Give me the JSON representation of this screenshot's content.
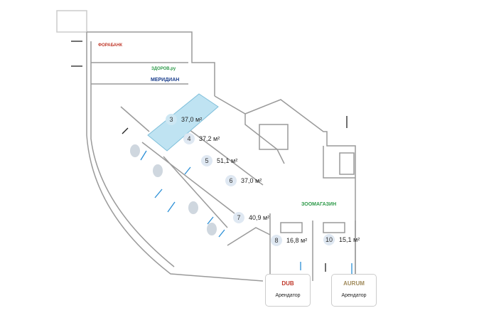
{
  "units": [
    {
      "number": "3",
      "area": "37,0 м²",
      "highlighted": true
    },
    {
      "number": "4",
      "area": "37,2 м²",
      "highlighted": false
    },
    {
      "number": "5",
      "area": "51,1 м²",
      "highlighted": false
    },
    {
      "number": "6",
      "area": "37,0 м²",
      "highlighted": false
    },
    {
      "number": "7",
      "area": "40,9 м²",
      "highlighted": false
    },
    {
      "number": "8",
      "area": "16,8 м²",
      "highlighted": false
    },
    {
      "number": "10",
      "area": "15,1 м²",
      "highlighted": false
    }
  ],
  "logos": {
    "bank": "ФОРАБАНК",
    "pharmacy": "ЗДОРОВ.ру",
    "store": "МЕРИДИАН",
    "zoo": "ЗООМАГАЗИН"
  },
  "tenants": [
    {
      "logo": "DUB",
      "label": "Арендатор"
    },
    {
      "logo": "AURUM",
      "label": "Арендатор"
    }
  ],
  "colors": {
    "highlight": "#bfe3f2",
    "wall": "#9a9a9a",
    "arrow": "#2a8fd6",
    "zoo": "#2e9a4a",
    "pharmacy": "#2e9a4a",
    "bank": "#c0392b",
    "store": "#1c3f8c"
  }
}
